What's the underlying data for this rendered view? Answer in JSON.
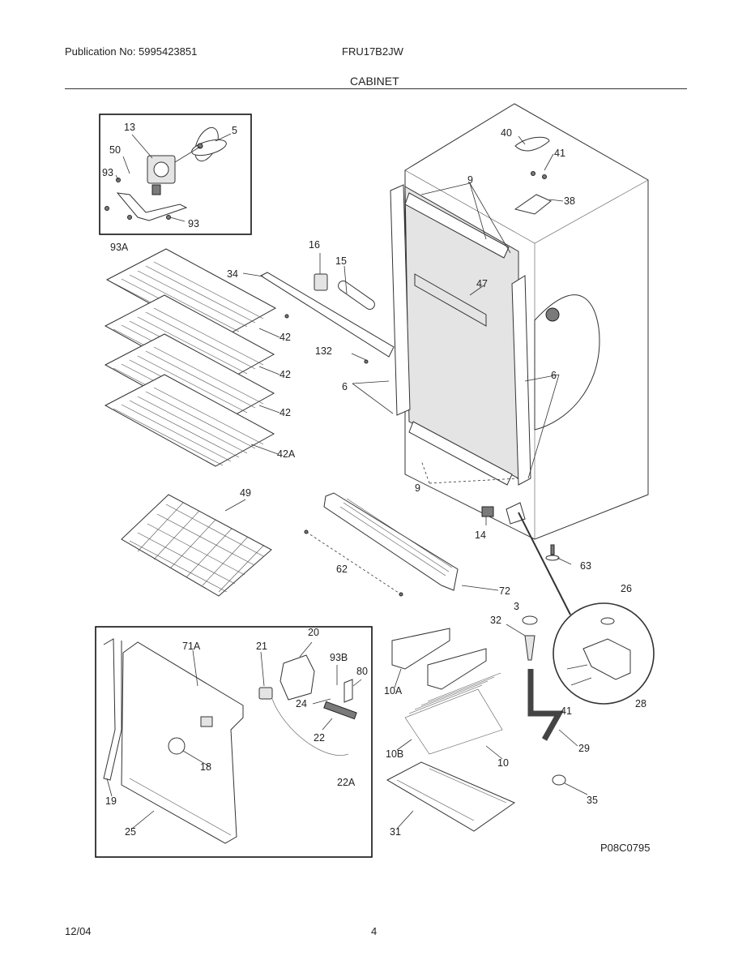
{
  "header": {
    "publication": "Publication No: 5995423851",
    "model": "FRU17B2JW",
    "section": "CABINET"
  },
  "footer": {
    "date": "12/04",
    "page": "4"
  },
  "figure_id": "P08C0795",
  "callouts": {
    "c13": "13",
    "c5": "5",
    "c50": "50",
    "c93a1": "93",
    "c93a2": "93",
    "c93A": "93A",
    "c40": "40",
    "c41": "41",
    "c38": "38",
    "c9a": "9",
    "c16": "16",
    "c15": "15",
    "c34": "34",
    "c47": "47",
    "c42a": "42",
    "c42b": "42",
    "c42c": "42",
    "c42A": "42A",
    "c132": "132",
    "c6a": "6",
    "c6b": "6",
    "c9b": "9",
    "c49": "49",
    "c14": "14",
    "c63": "63",
    "c62": "62",
    "c72": "72",
    "c26": "26",
    "c3": "3",
    "c32": "32",
    "c71A": "71A",
    "c21": "21",
    "c20": "20",
    "c93B": "93B",
    "c80": "80",
    "c10A": "10A",
    "c24": "24",
    "c22": "22",
    "c18": "18",
    "c10B": "10B",
    "c10": "10",
    "c41b": "41",
    "c28": "28",
    "c29": "29",
    "c22A": "22A",
    "c19": "19",
    "c35": "35",
    "c25": "25",
    "c31": "31"
  }
}
